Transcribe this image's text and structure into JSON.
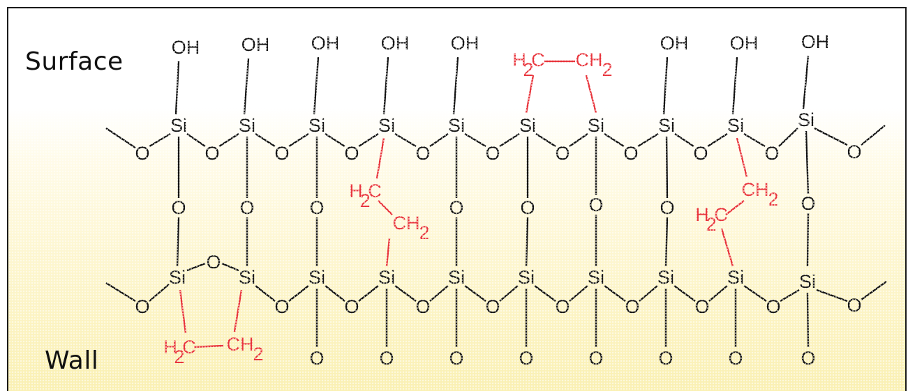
{
  "regions": {
    "surface": "Surface",
    "wall": "Wall"
  },
  "atoms": {
    "silicon": "Si",
    "oxygen": "O",
    "hydroxyl": "OH",
    "ch_group": "CH",
    "h_group": "H",
    "c_group": "C",
    "subscript_two": "2"
  },
  "colors": {
    "bond": "#111111",
    "ethylene_bridge": "#e8323a",
    "background_top": "#ffffff",
    "background_bottom": "#faf0b2"
  }
}
